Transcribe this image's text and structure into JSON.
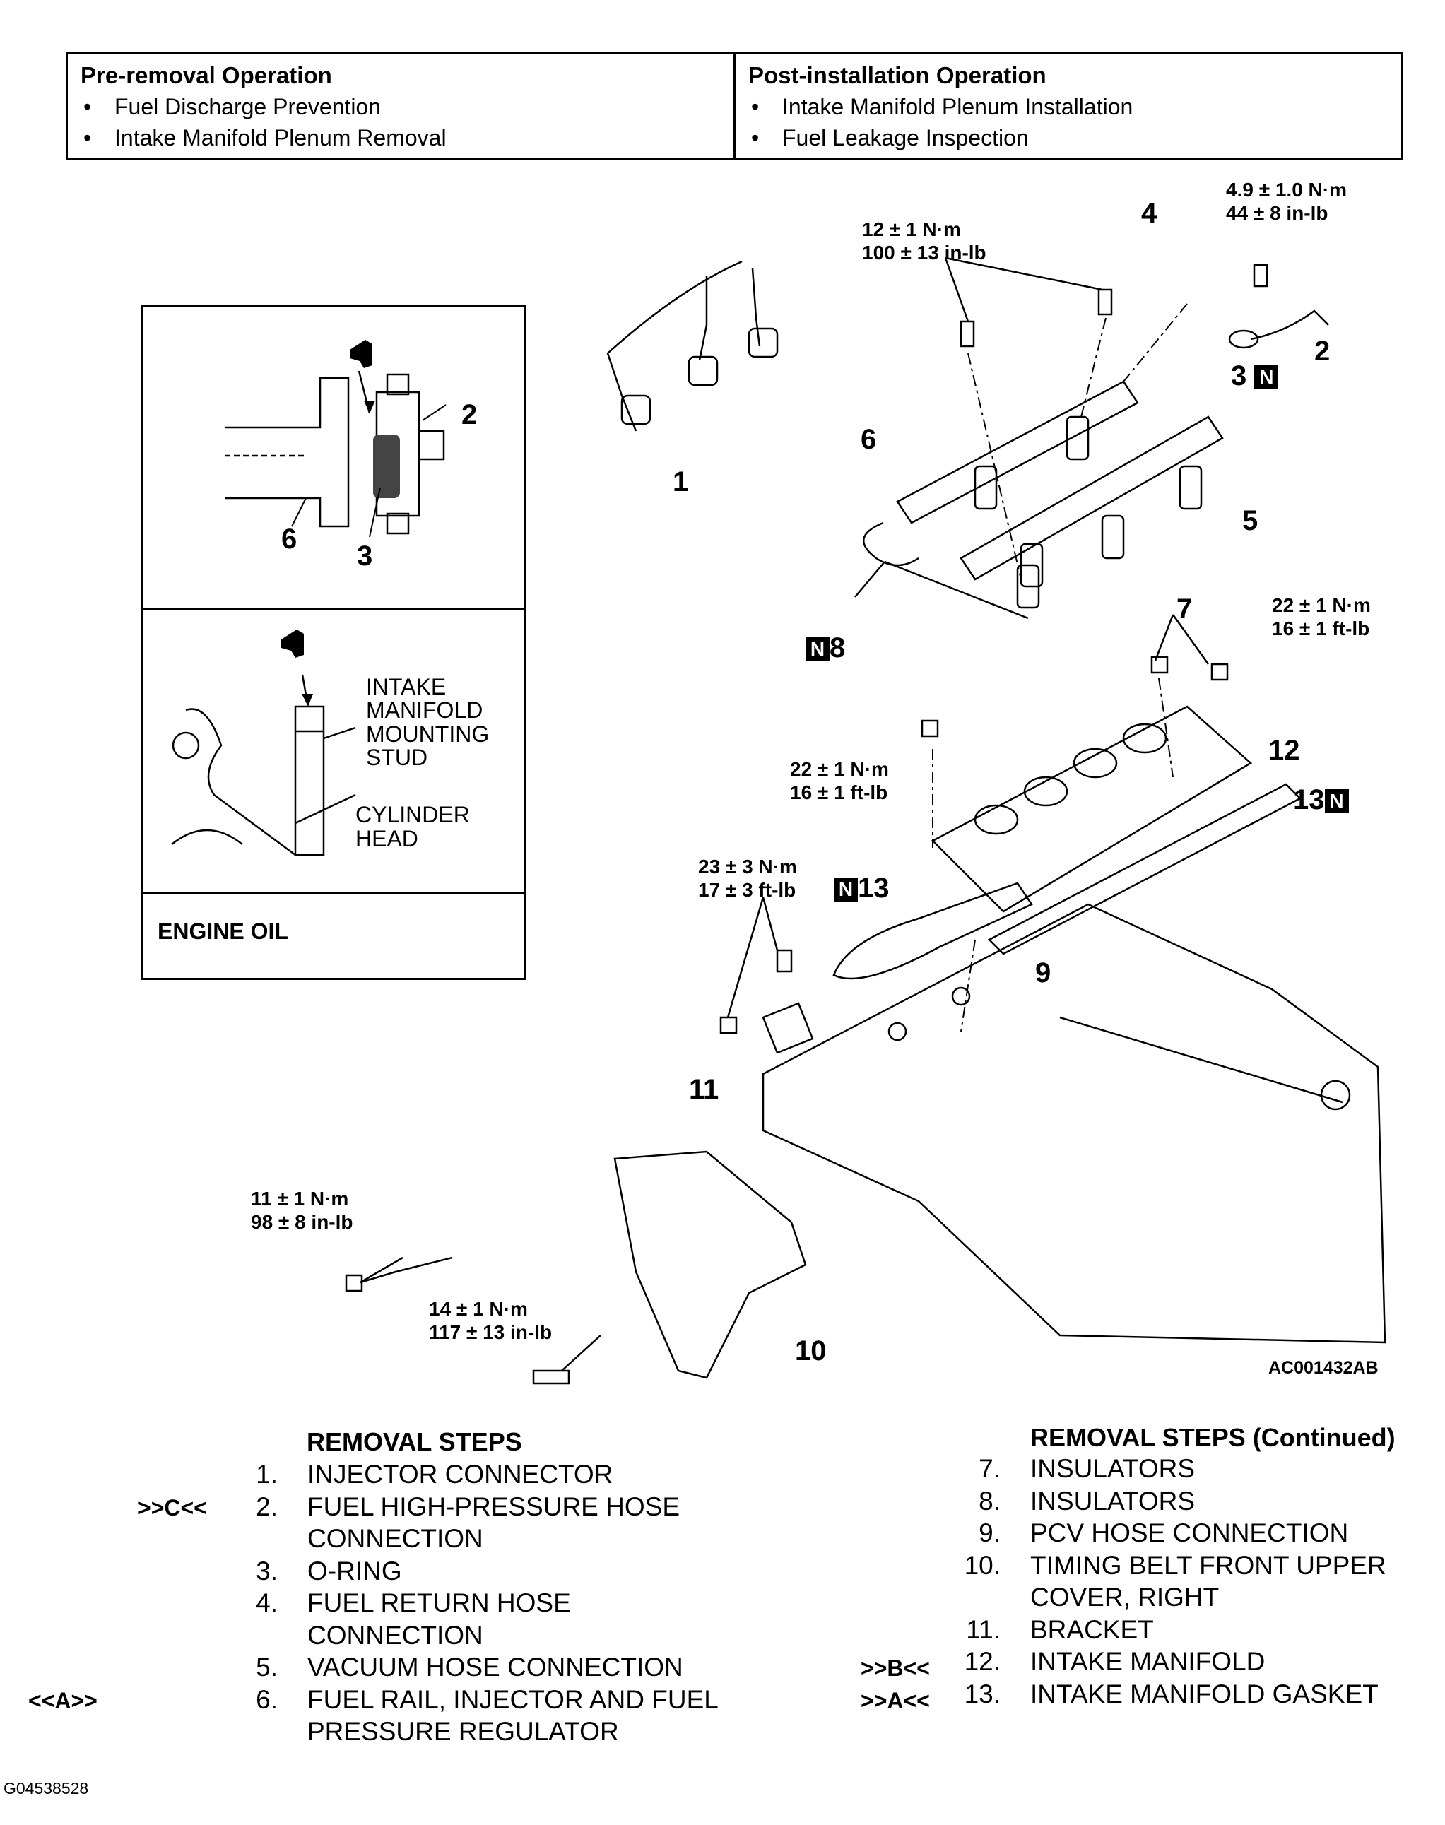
{
  "pre_removal": {
    "heading": "Pre-removal Operation",
    "items": [
      "Fuel Discharge Prevention",
      "Intake Manifold Plenum Removal"
    ]
  },
  "post_installation": {
    "heading": "Post-installation Operation",
    "items": [
      "Intake Manifold Plenum Installation",
      "Fuel Leakage Inspection"
    ]
  },
  "inset": {
    "upper_numbers": {
      "n2": "2",
      "n3": "3",
      "n6": "6"
    },
    "stud_label": [
      "INTAKE",
      "MANIFOLD",
      "MOUNTING",
      "STUD"
    ],
    "head_label": [
      "CYLINDER",
      "HEAD"
    ],
    "footer": "ENGINE OIL"
  },
  "diagram": {
    "torques": {
      "t1": [
        "12 ± 1 N·m",
        "100 ± 13 in-lb"
      ],
      "t2": [
        "4.9 ± 1.0 N·m",
        "44 ± 8 in-lb"
      ],
      "t3": [
        "22 ± 1 N·m",
        "16 ± 1 ft-lb"
      ],
      "t4": [
        "22 ± 1 N·m",
        "16 ± 1 ft-lb"
      ],
      "t5": [
        "23 ± 3 N·m",
        "17 ± 3 ft-lb"
      ],
      "t6": [
        "11 ± 1 N·m",
        "98 ± 8 in-lb"
      ],
      "t7": [
        "14 ± 1 N·m",
        "117 ± 13 in-lb"
      ]
    },
    "callouts": {
      "c1": "1",
      "c2": "2",
      "c3": "3",
      "c4": "4",
      "c5": "5",
      "c6": "6",
      "c7": "7",
      "c8": "8",
      "c9": "9",
      "c10": "10",
      "c11": "11",
      "c12": "12",
      "c13a": "13",
      "c13b": "13"
    },
    "new_part_mark": "N",
    "figure_id": "AC001432AB"
  },
  "removal_steps": {
    "heading": "REMOVAL STEPS",
    "items": [
      {
        "ref": "",
        "num": "1.",
        "lines": [
          "INJECTOR CONNECTOR"
        ]
      },
      {
        "ref": ">>C<<",
        "num": "2.",
        "lines": [
          "FUEL HIGH-PRESSURE HOSE",
          "CONNECTION"
        ]
      },
      {
        "ref": "",
        "num": "3.",
        "lines": [
          "O-RING"
        ]
      },
      {
        "ref": "",
        "num": "4.",
        "lines": [
          "FUEL RETURN HOSE",
          "CONNECTION"
        ]
      },
      {
        "ref": "",
        "num": "5.",
        "lines": [
          "VACUUM HOSE CONNECTION"
        ]
      },
      {
        "ref": "<<A>>",
        "num": "6.",
        "lines": [
          "FUEL RAIL, INJECTOR AND FUEL",
          "PRESSURE REGULATOR"
        ]
      }
    ]
  },
  "removal_steps_continued": {
    "heading": "REMOVAL STEPS (Continued)",
    "items": [
      {
        "ref": "",
        "num": "7.",
        "lines": [
          "INSULATORS"
        ]
      },
      {
        "ref": "",
        "num": "8.",
        "lines": [
          "INSULATORS"
        ]
      },
      {
        "ref": "",
        "num": "9.",
        "lines": [
          "PCV HOSE CONNECTION"
        ]
      },
      {
        "ref": "",
        "num": "10.",
        "lines": [
          "TIMING BELT FRONT UPPER",
          "COVER, RIGHT"
        ]
      },
      {
        "ref": "",
        "num": "11.",
        "lines": [
          "BRACKET"
        ]
      },
      {
        "ref": ">>B<<",
        "num": "12.",
        "lines": [
          "INTAKE MANIFOLD"
        ]
      },
      {
        "ref": ">>A<<",
        "num": "13.",
        "lines": [
          "INTAKE MANIFOLD GASKET"
        ]
      }
    ]
  },
  "page_code": "G04538528"
}
